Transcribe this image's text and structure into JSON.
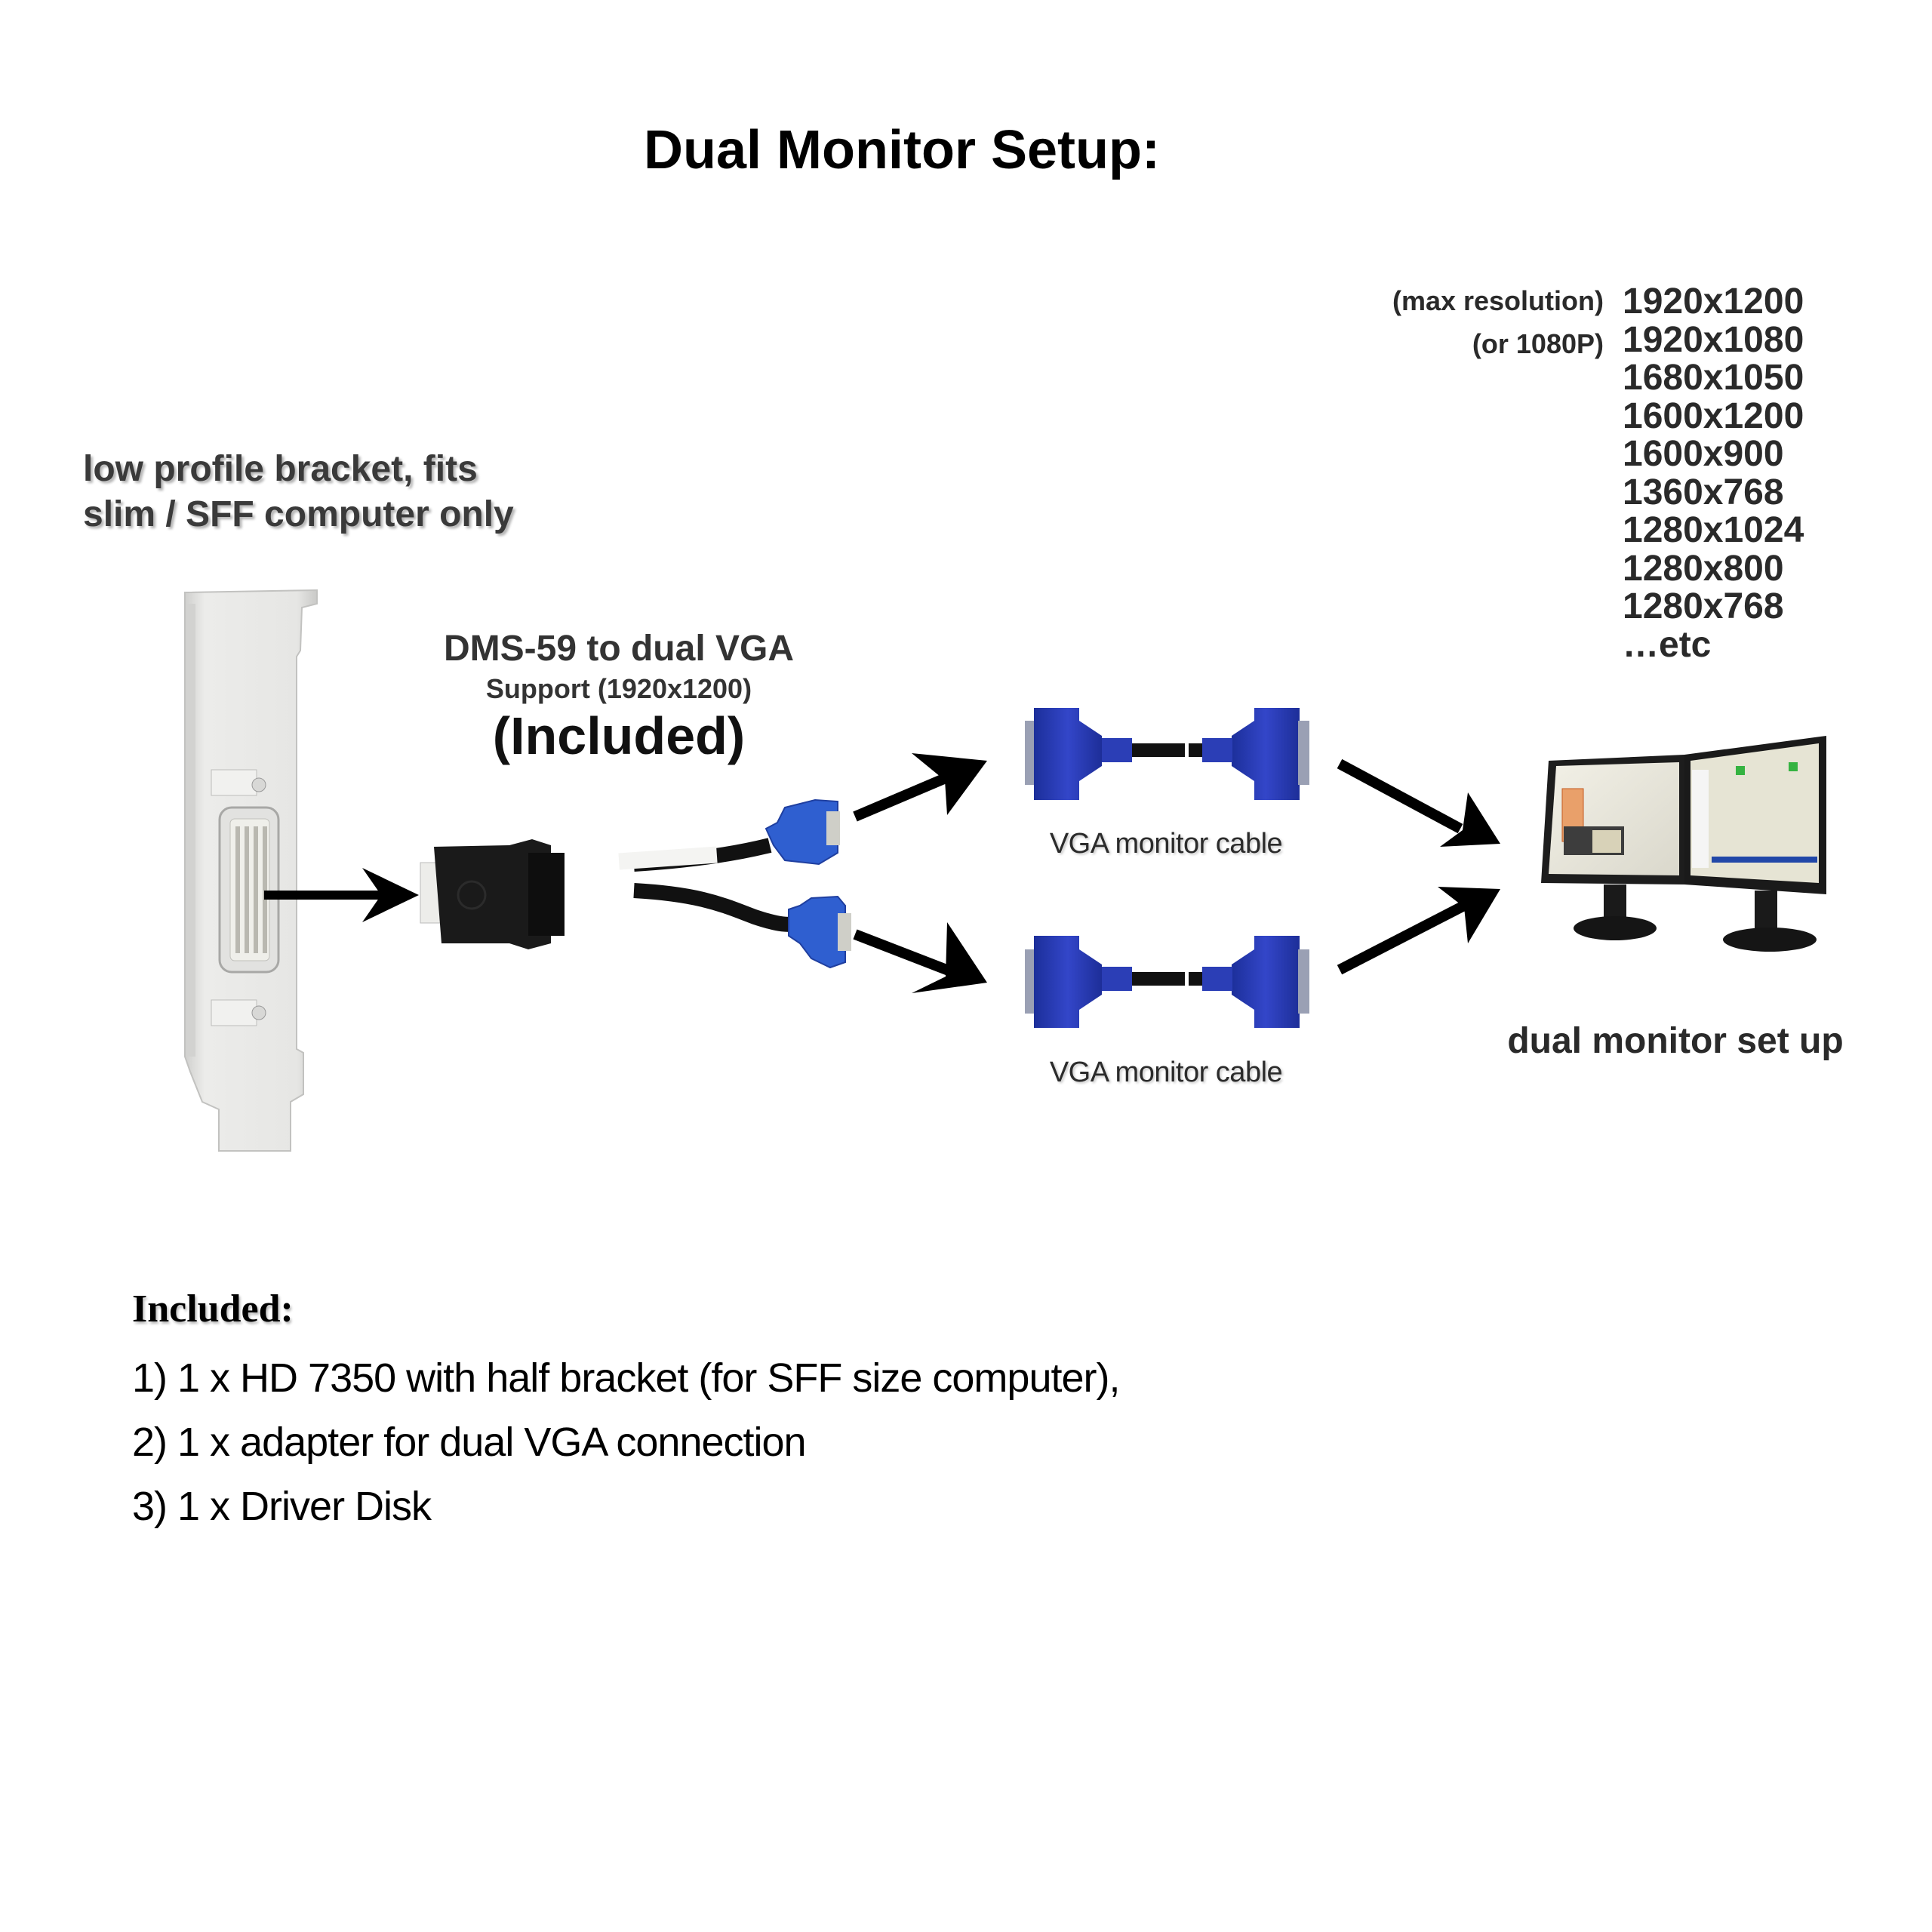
{
  "title": "Dual Monitor Setup:",
  "bracket": {
    "label_line1": "low profile bracket, fits",
    "label_line2": "slim / SFF computer only"
  },
  "adapter": {
    "label": "DMS-59 to dual VGA",
    "support": "Support (1920x1200)",
    "included": "(Included)"
  },
  "cables": [
    {
      "label": "VGA monitor cable"
    },
    {
      "label": "VGA monitor cable"
    }
  ],
  "monitors": {
    "label": "dual monitor set up"
  },
  "resolutions": {
    "max_note": "(max resolution)",
    "alt_note": "(or 1080P)",
    "values": [
      "1920x1200",
      "1920x1080",
      "1680x1050",
      "1600x1200",
      "1600x900",
      "1360x768",
      "1280x1024",
      "1280x800",
      "1280x768",
      "…etc"
    ]
  },
  "included": {
    "heading": "Included:",
    "items": [
      "1) 1 x HD 7350 with half bracket (for SFF size computer),",
      "2) 1 x adapter for dual VGA connection",
      "3) 1 x Driver Disk"
    ]
  },
  "colors": {
    "vga_blue": "#2a3fb8",
    "adapter_blue": "#2f5fd0",
    "bracket_gray": "#e4e4e2",
    "arrow": "#000000"
  }
}
